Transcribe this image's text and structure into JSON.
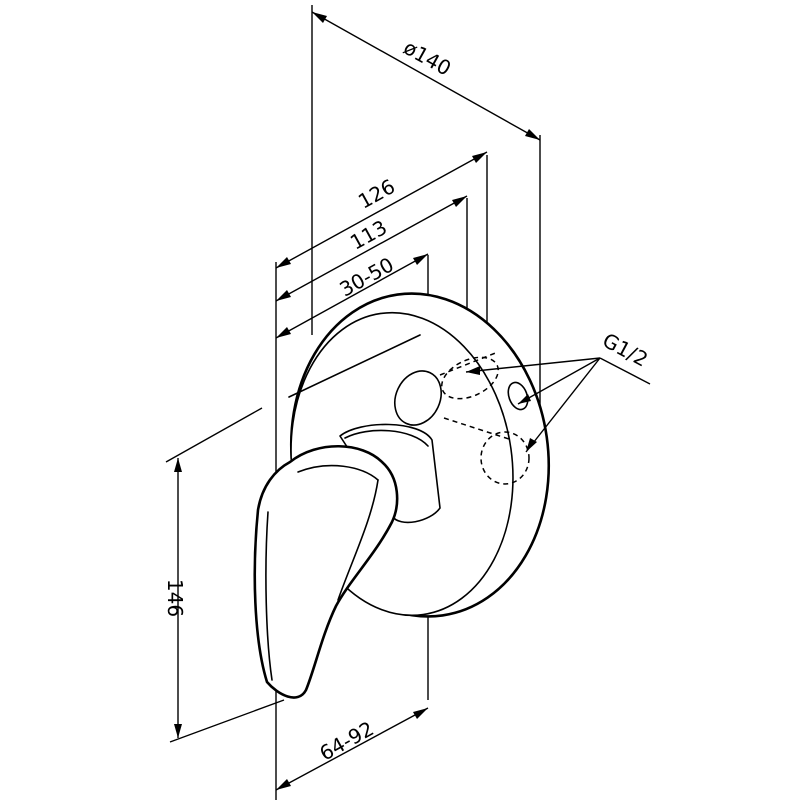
{
  "dimensions": {
    "plate_diameter": "ø140",
    "depth_total": "126",
    "depth_body": "113",
    "wall_range": "30-50",
    "height": "146",
    "handle_depth_range": "64-92"
  },
  "callouts": {
    "thread_size": "G1/2"
  }
}
